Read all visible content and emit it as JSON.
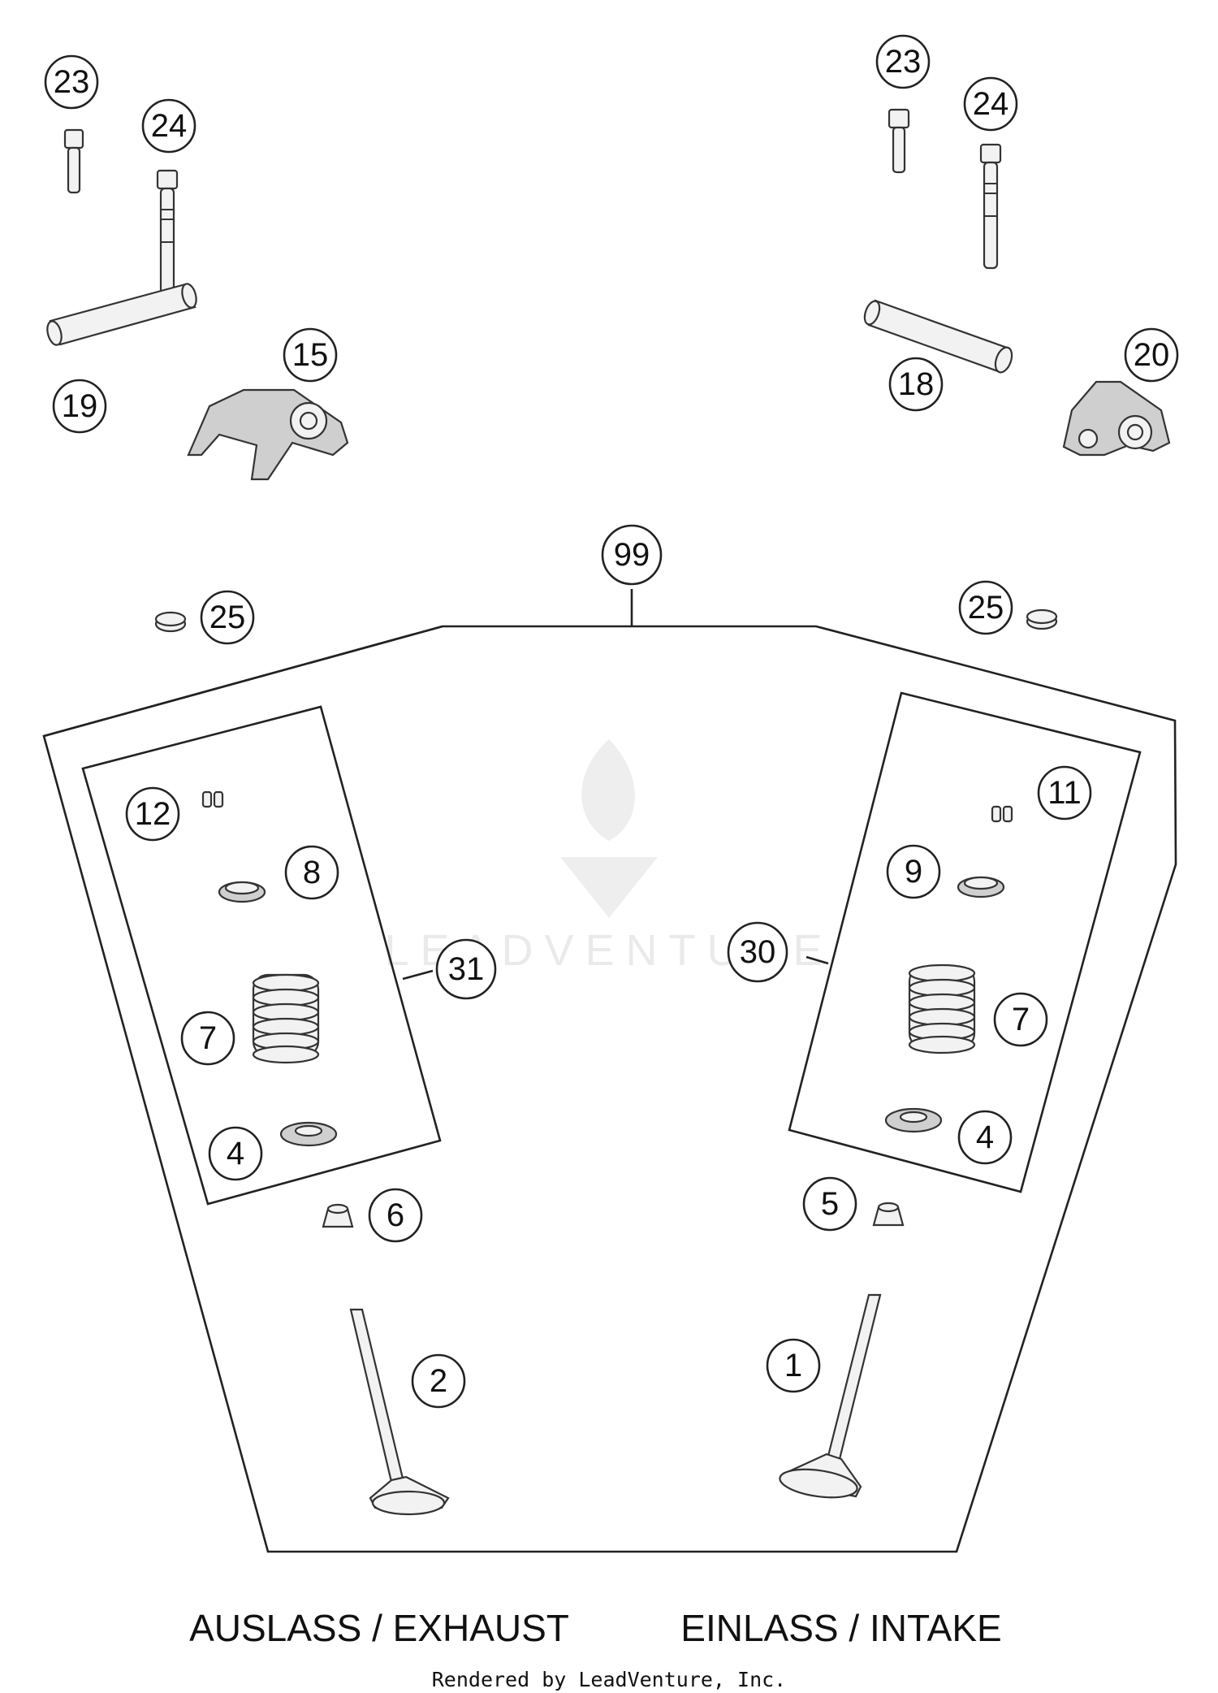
{
  "diagram": {
    "callouts": {
      "c23_left": "23",
      "c24_left": "24",
      "c19": "19",
      "c15": "15",
      "c23_right": "23",
      "c24_right": "24",
      "c18": "18",
      "c20": "20",
      "c99": "99",
      "c25_left": "25",
      "c25_right": "25",
      "c12": "12",
      "c8": "8",
      "c31": "31",
      "c7_left": "7",
      "c4_left": "4",
      "c6": "6",
      "c2": "2",
      "c11": "11",
      "c9": "9",
      "c30": "30",
      "c7_right": "7",
      "c4_right": "4",
      "c5": "5",
      "c1": "1"
    },
    "exhaust_label": "AUSLASS / EXHAUST",
    "intake_label": "EINLASS / INTAKE",
    "watermark": "LEADVENTURE",
    "footer": "Rendered by LeadVenture, Inc."
  }
}
